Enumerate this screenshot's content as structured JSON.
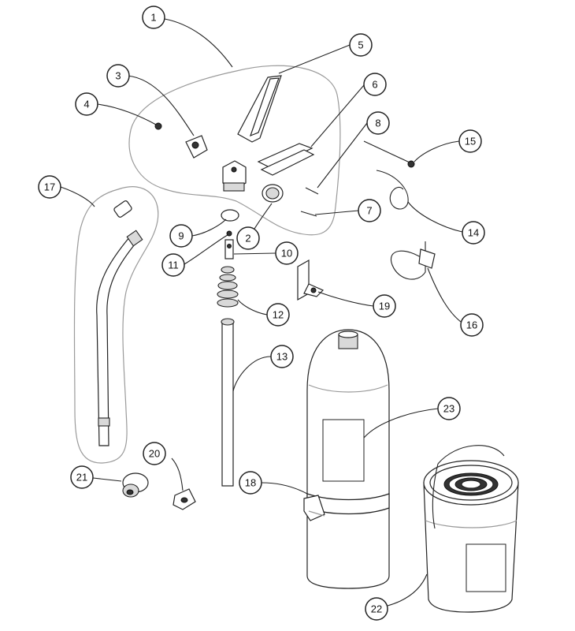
{
  "diagram": {
    "type": "exploded-parts-view",
    "line_color": "#222222",
    "group_outline_color": "#9a9a9a",
    "callouts": [
      {
        "key": "c1",
        "label": "1"
      },
      {
        "key": "c2",
        "label": "2"
      },
      {
        "key": "c3",
        "label": "3"
      },
      {
        "key": "c4",
        "label": "4"
      },
      {
        "key": "c5",
        "label": "5"
      },
      {
        "key": "c6",
        "label": "6"
      },
      {
        "key": "c7",
        "label": "7"
      },
      {
        "key": "c8",
        "label": "8"
      },
      {
        "key": "c9",
        "label": "9"
      },
      {
        "key": "c10",
        "label": "10"
      },
      {
        "key": "c11",
        "label": "11"
      },
      {
        "key": "c12",
        "label": "12"
      },
      {
        "key": "c13",
        "label": "13"
      },
      {
        "key": "c14",
        "label": "14"
      },
      {
        "key": "c15",
        "label": "15"
      },
      {
        "key": "c16",
        "label": "16"
      },
      {
        "key": "c17",
        "label": "17"
      },
      {
        "key": "c18",
        "label": "18"
      },
      {
        "key": "c19",
        "label": "19"
      },
      {
        "key": "c20",
        "label": "20"
      },
      {
        "key": "c21",
        "label": "21"
      },
      {
        "key": "c22",
        "label": "22"
      },
      {
        "key": "c23",
        "label": "23"
      }
    ]
  }
}
